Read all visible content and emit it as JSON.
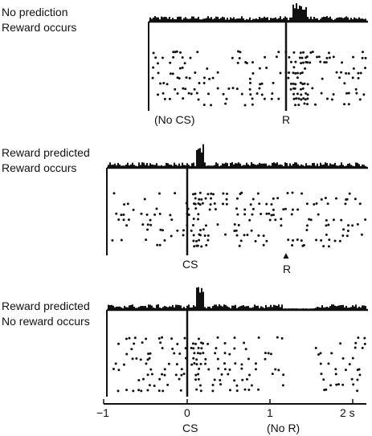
{
  "panels": [
    {
      "label_line1": "No prediction",
      "label_line2": "Reward occurs",
      "annotations": [
        "(No CS)",
        "R"
      ],
      "event_markers": [
        "R"
      ]
    },
    {
      "label_line1": "Reward predicted",
      "label_line2": "Reward occurs",
      "annotations": [
        "CS",
        "R"
      ],
      "event_markers": [
        "CS",
        "R"
      ]
    },
    {
      "label_line1": "Reward predicted",
      "label_line2": "No reward occurs",
      "annotations": [
        "CS",
        "(No R)"
      ],
      "event_markers": [
        "CS"
      ]
    }
  ],
  "time_axis": {
    "unit": "s",
    "ticks": [
      "−1",
      "0",
      "1",
      "2 s"
    ]
  },
  "reward_arrow_symbol": "▲"
}
